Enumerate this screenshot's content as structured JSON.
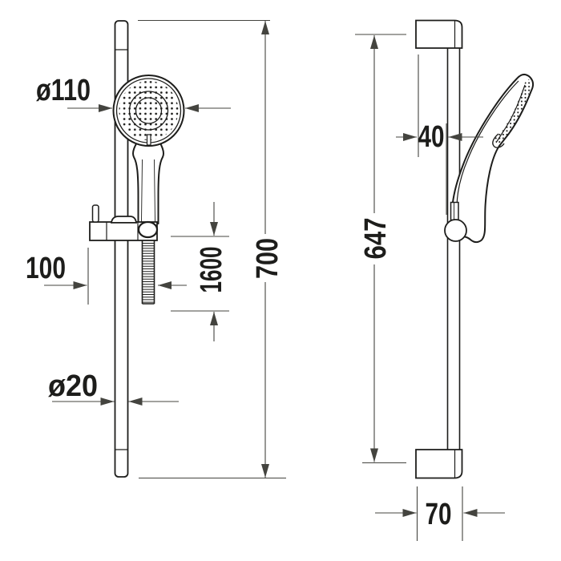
{
  "drawing": {
    "colors": {
      "line": "#1d1d1b",
      "dimension_line": "#44443f",
      "background": "#ffffff"
    },
    "dimensions": {
      "head_diameter": "ø110",
      "holder_length": "100",
      "hose_length": "1600",
      "bar_total_length": "700",
      "bar_diameter": "ø20",
      "wall_offset": "40",
      "mounting_distance": "647",
      "bracket_width": "70"
    }
  }
}
